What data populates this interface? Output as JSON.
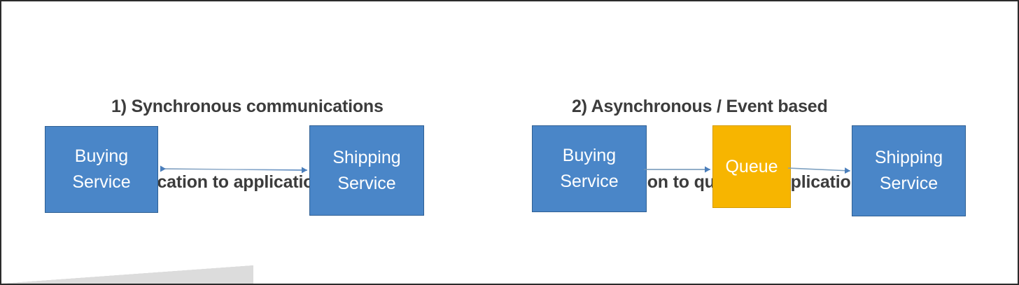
{
  "slide": {
    "background_color": "#ffffff",
    "border_color": "#2b2b2b"
  },
  "colors": {
    "service_fill": "#4a86c8",
    "service_border": "#2e5f93",
    "queue_fill": "#f7b500",
    "queue_border": "#d49b00",
    "arrow": "#4a7ebb",
    "title_text": "#3c3c3c",
    "node_text": "#ffffff"
  },
  "panels": [
    {
      "id": "synchronous",
      "title_line1": "1) Synchronous communications",
      "title_line2": "(application to application)",
      "nodes": [
        {
          "label_line1": "Buying",
          "label_line2": "Service"
        },
        {
          "label_line1": "Shipping",
          "label_line2": "Service"
        }
      ],
      "connectors": [
        {
          "from": "Buying Service",
          "to": "Shipping Service",
          "direction": "bidirectional"
        }
      ]
    },
    {
      "id": "asynchronous",
      "title_line1": "2) Asynchronous / Event based",
      "title_line2": "(application to queue to application)",
      "nodes": [
        {
          "label_line1": "Buying",
          "label_line2": "Service"
        },
        {
          "label_line1": "Queue",
          "label_line2": ""
        },
        {
          "label_line1": "Shipping",
          "label_line2": "Service"
        }
      ],
      "connectors": [
        {
          "from": "Buying Service",
          "to": "Queue",
          "direction": "forward"
        },
        {
          "from": "Queue",
          "to": "Shipping Service",
          "direction": "forward"
        }
      ]
    }
  ]
}
